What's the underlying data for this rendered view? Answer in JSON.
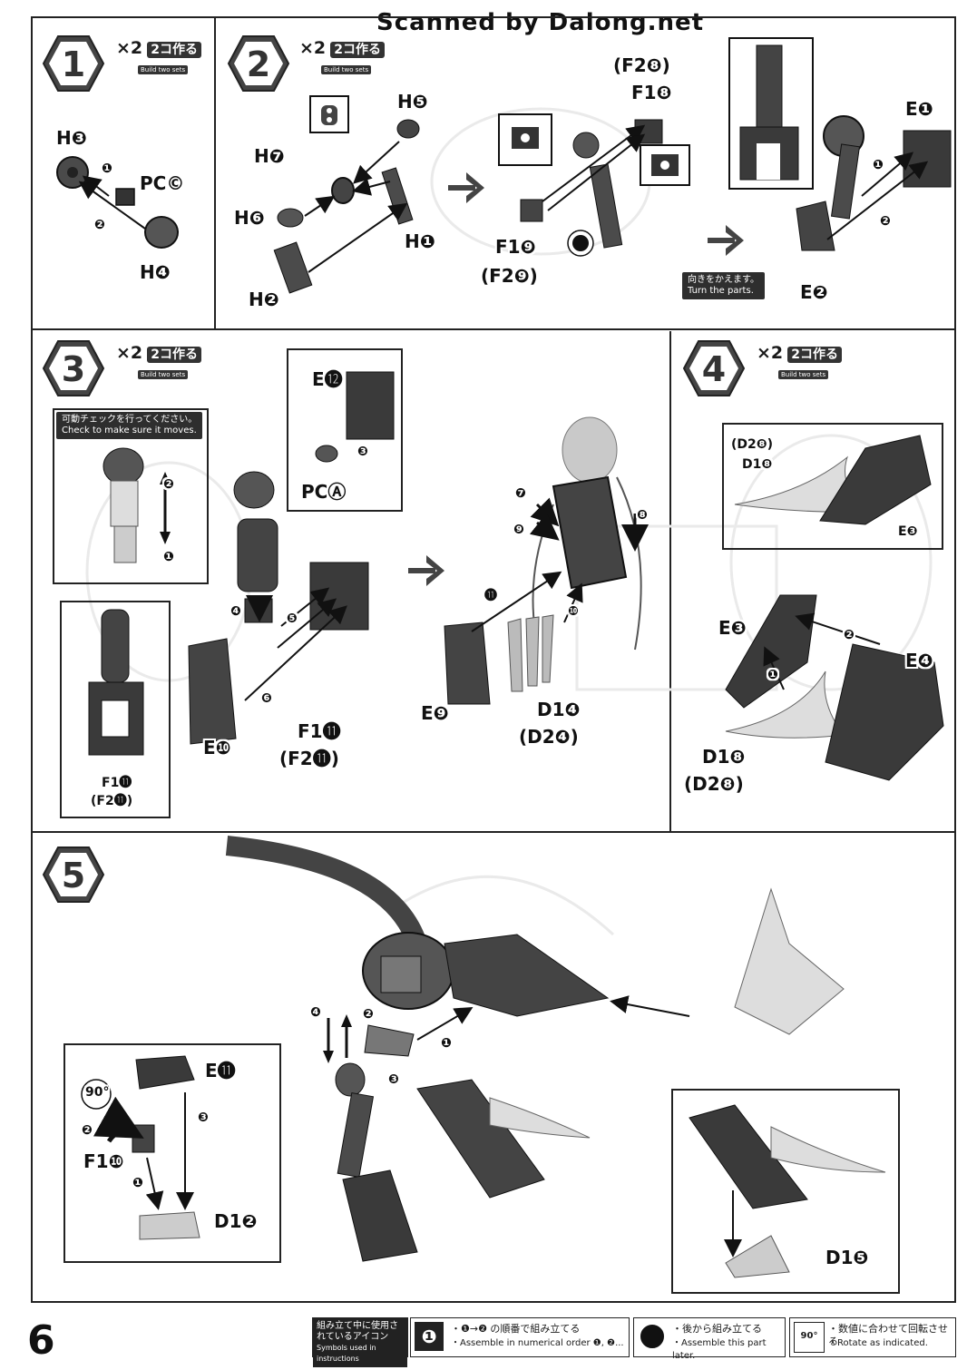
{
  "watermark": "Scanned by Dalong.net",
  "page_number": "6",
  "build_two_sets": {
    "times": "×2",
    "jp": "2コ作る",
    "en": "Build two sets"
  },
  "steps": [
    {
      "number": "1",
      "labels": [
        "H❸",
        "PC©",
        "H❹"
      ]
    },
    {
      "number": "2",
      "labels": [
        "H❺",
        "H❼",
        "H❻",
        "H❶",
        "H❷",
        "(F2❽)",
        "F1❽",
        "F1❾",
        "(F2❾)"
      ],
      "note": {
        "jp": "向きをかえます。",
        "en": "Turn the parts."
      },
      "extra_labels": [
        "E❶",
        "E❷"
      ]
    },
    {
      "number": "3",
      "labels": [
        "E⓬",
        "PCⒶ",
        "E❾",
        "D1❹",
        "(D2❹)",
        "E❿",
        "F1⓫",
        "(F2⓫)",
        "F1⓫",
        "(F2⓫)"
      ],
      "note": {
        "jp": "可動チェックを行ってください。",
        "en": "Check to make sure it moves."
      }
    },
    {
      "number": "4",
      "labels": [
        "(D2❽)",
        "D1❽",
        "E❸",
        "E❸",
        "E❹",
        "D1❽",
        "(D2❽)"
      ]
    },
    {
      "number": "5",
      "labels": [
        "E⓫",
        "F1❿",
        "D1❷",
        "D1❺"
      ],
      "rotate": "90°"
    }
  ],
  "step_marks": {
    "s1": [
      "❶",
      "❷"
    ],
    "s2b": [
      "❶",
      "❷"
    ],
    "s3": [
      "❷",
      "❶",
      "❸",
      "❹",
      "❺",
      "❻",
      "❼",
      "❽",
      "❾",
      "❿",
      "⓫"
    ],
    "s4": [
      "❷",
      "❶"
    ],
    "s5": [
      "❹",
      "❷",
      "❶",
      "❸",
      "❷",
      "❶",
      "❸"
    ]
  },
  "legend": {
    "title_jp": "組み立て中に使用されているアイコン",
    "title_en": "Symbols used in instructions",
    "items": [
      {
        "icon": "❶",
        "jp": "・❶→❷ の順番で組み立てる",
        "en": "・Assemble in numerical order ❶, ❷..."
      },
      {
        "icon": "●",
        "jp": "・後から組み立てる",
        "en": "・Assemble this part later."
      },
      {
        "icon": "90°",
        "jp": "・数値に合わせて回転させる",
        "en": "・Rotate as indicated."
      }
    ]
  }
}
